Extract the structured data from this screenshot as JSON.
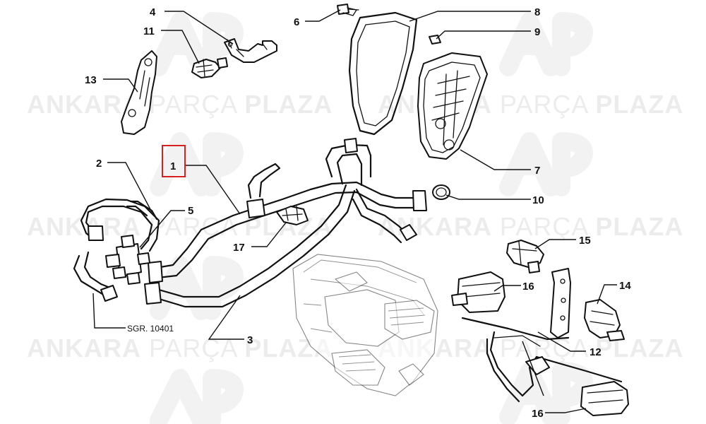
{
  "watermark": {
    "left_word": "ANKARA",
    "mid_word": "PARÇA",
    "right_word": "PLAZA"
  },
  "callouts": {
    "p1": "1",
    "p2": "2",
    "p3": "3",
    "p4": "4",
    "p5": "5",
    "p6": "6",
    "p7": "7",
    "p8": "8",
    "p9": "9",
    "p10": "10",
    "p11": "11",
    "p12": "12",
    "p13": "13",
    "p14": "14",
    "p15": "15",
    "p16a": "16",
    "p16b": "16",
    "p17": "17"
  },
  "reference": {
    "label": "SGR. 10401"
  },
  "highlight": {
    "part": "1",
    "color": "#d42020"
  }
}
